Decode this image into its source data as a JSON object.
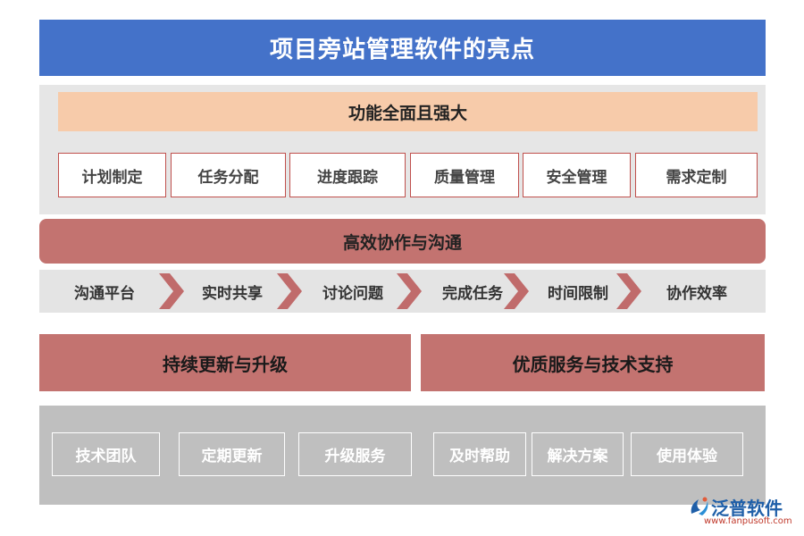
{
  "title": "项目旁站管理软件的亮点",
  "section1": {
    "heading": "功能全面且强大",
    "items": [
      "计划制定",
      "任务分配",
      "进度跟踪",
      "质量管理",
      "安全管理",
      "需求定制"
    ]
  },
  "section2": {
    "heading": "高效协作与沟通",
    "steps": [
      "沟通平台",
      "实时共享",
      "讨论问题",
      "完成任务",
      "时间限制",
      "协作效率"
    ]
  },
  "section3": {
    "left": "持续更新与升级",
    "right": "优质服务与技术支持",
    "items": [
      "技术团队",
      "定期更新",
      "升级服务",
      "及时帮助",
      "解决方案",
      "使用体验"
    ]
  },
  "logo": {
    "name": "泛普软件",
    "url": "www.fanpusoft.com",
    "icon": "fanpu-logo-icon"
  },
  "colors": {
    "title_bg": "#4472c9",
    "accent_red": "#c37370",
    "peach": "#f7cbaa",
    "chevron": "#c06b6b"
  }
}
